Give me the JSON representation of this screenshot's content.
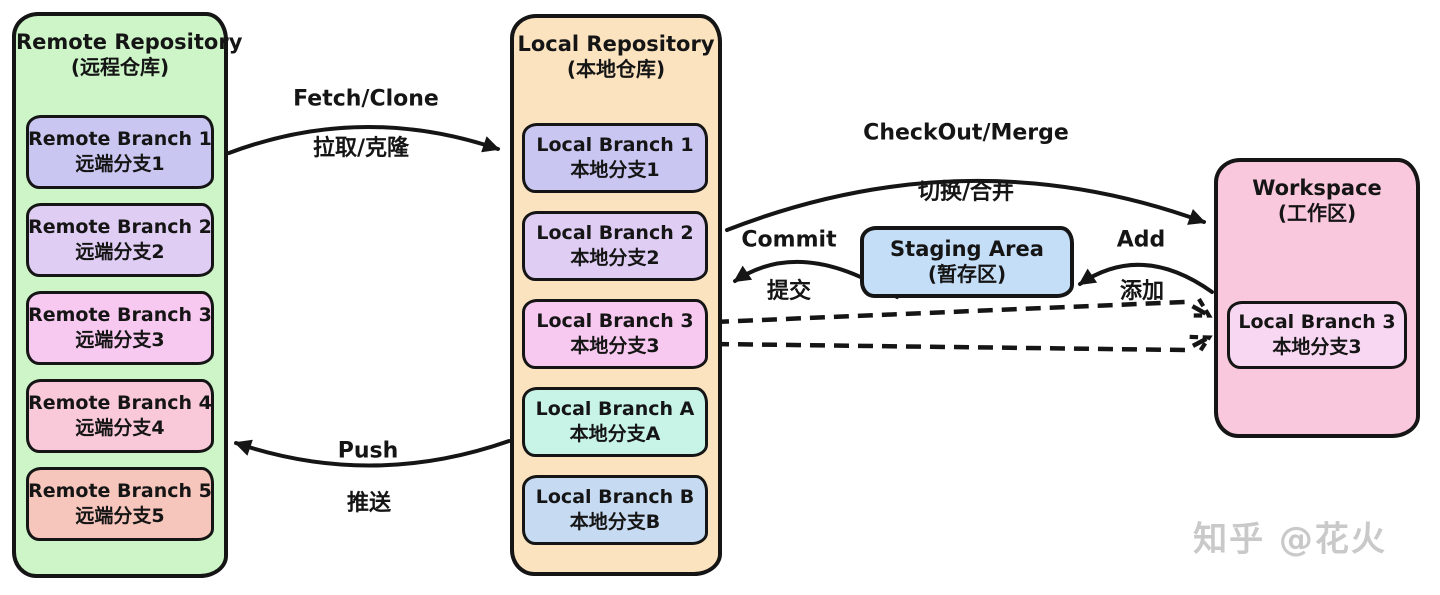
{
  "remote_repo": {
    "title": "Remote Repository",
    "subtitle": "(远程仓库)",
    "bg": "#cdf5c8",
    "branches": [
      {
        "en": "Remote Branch 1",
        "zh": "远端分支1",
        "color": "#c9c7f2"
      },
      {
        "en": "Remote Branch 2",
        "zh": "远端分支2",
        "color": "#dfcdf4"
      },
      {
        "en": "Remote Branch 3",
        "zh": "远端分支3",
        "color": "#f8c9f0"
      },
      {
        "en": "Remote Branch 4",
        "zh": "远端分支4",
        "color": "#f9c9da"
      },
      {
        "en": "Remote Branch 5",
        "zh": "远端分支5",
        "color": "#f6c5bc"
      }
    ]
  },
  "local_repo": {
    "title": "Local Repository",
    "subtitle": "(本地仓库)",
    "bg": "#fbe3c0",
    "branches": [
      {
        "en": "Local Branch 1",
        "zh": "本地分支1",
        "color": "#c9c7f2"
      },
      {
        "en": "Local Branch 2",
        "zh": "本地分支2",
        "color": "#dfcdf4"
      },
      {
        "en": "Local Branch 3",
        "zh": "本地分支3",
        "color": "#f8c9f0"
      },
      {
        "en": "Local Branch A",
        "zh": "本地分支A",
        "color": "#c8f4e8"
      },
      {
        "en": "Local Branch B",
        "zh": "本地分支B",
        "color": "#c6daf2"
      }
    ]
  },
  "staging_area": {
    "title": "Staging Area",
    "subtitle": "(暂存区)",
    "bg": "#c5def8"
  },
  "workspace": {
    "title": "Workspace",
    "subtitle": "(工作区)",
    "bg": "#f9c8dc",
    "branch": {
      "en": "Local Branch 3",
      "zh": "本地分支3",
      "color": "#f8d7f2"
    }
  },
  "arrows": {
    "fetch_clone": {
      "en": "Fetch/Clone",
      "zh": "拉取/克隆"
    },
    "checkout_merge": {
      "en": "CheckOut/Merge",
      "zh": "切换/合并"
    },
    "commit": {
      "en": "Commit",
      "zh": "提交"
    },
    "add": {
      "en": "Add",
      "zh": "添加"
    },
    "push": {
      "en": "Push",
      "zh": "推送"
    }
  },
  "colors": {
    "ink": "#151515",
    "background": "#ffffff",
    "watermark": "#c9c9c9"
  },
  "watermark": "知乎 @花火"
}
